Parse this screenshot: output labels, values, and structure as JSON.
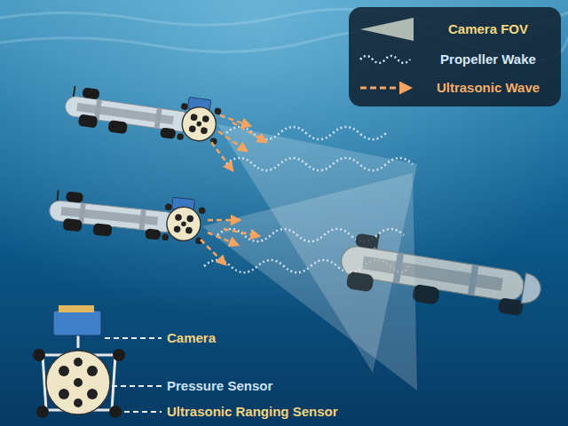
{
  "diagram": {
    "labels": [
      "Camera",
      "Pressure Sensor",
      "Ultrasonic Ranging Sensor"
    ],
    "legend": [
      {
        "text": "Camera FOV"
      },
      {
        "text": "Propeller Wake"
      },
      {
        "text": "Ultrasonic Wave"
      }
    ]
  }
}
